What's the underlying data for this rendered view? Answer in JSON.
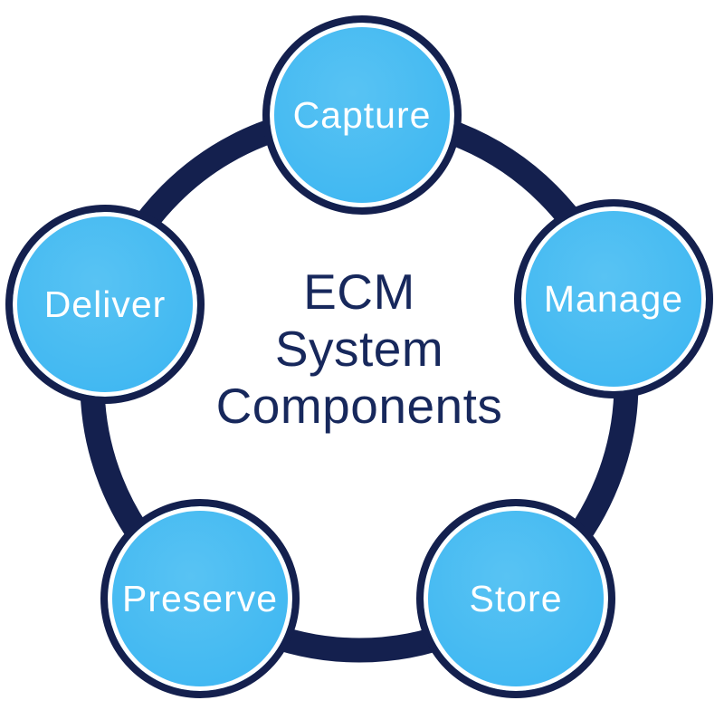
{
  "diagram": {
    "title": {
      "lines": [
        "ECM",
        "System",
        "Components"
      ]
    },
    "nodes": [
      {
        "id": "capture",
        "label": "Capture"
      },
      {
        "id": "manage",
        "label": "Manage"
      },
      {
        "id": "store",
        "label": "Store"
      },
      {
        "id": "preserve",
        "label": "Preserve"
      },
      {
        "id": "deliver",
        "label": "Deliver"
      }
    ],
    "colors": {
      "background": "#FFFFFF",
      "ring": "#14204E",
      "node_border": "#14204E",
      "node_fill_start": "#58C3F3",
      "node_fill_end": "#3FB7F2",
      "node_text": "#FFFFFF",
      "title_text": "#17285C"
    }
  }
}
